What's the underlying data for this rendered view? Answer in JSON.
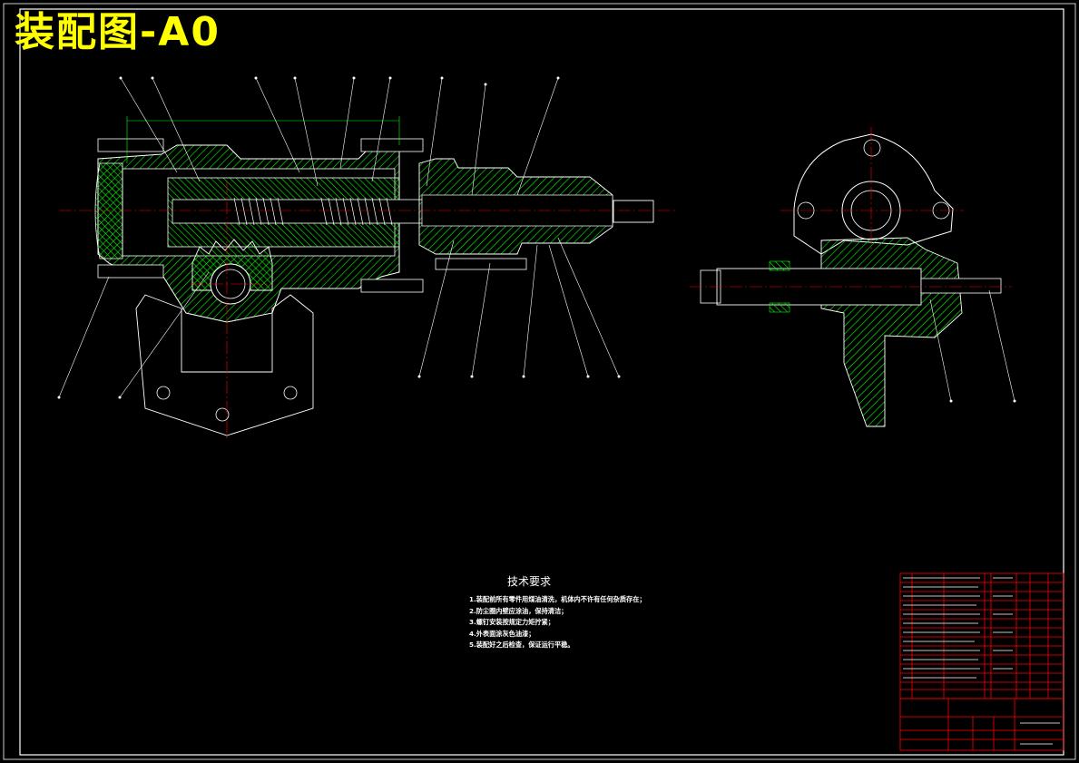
{
  "drawing": {
    "title": "装配图-A0"
  },
  "technical_requirements": {
    "heading": "技术要求",
    "lines": [
      "1.装配前所有零件用煤油清洗，机体内不许有任何杂质存在；",
      "2.防尘圈内壁应涂油，保持清洁；",
      "3.螺钉安装按规定力矩拧紧；",
      "4.外表面涂灰色油漆；",
      "5.装配好之后检查，保证运行平稳。"
    ]
  },
  "colors": {
    "background": "#000000",
    "frame": "#ffffff",
    "hatch": "#00ff00",
    "centerline": "#ff0000",
    "title_text": "#ffff00",
    "title_block": "#ff0000"
  }
}
